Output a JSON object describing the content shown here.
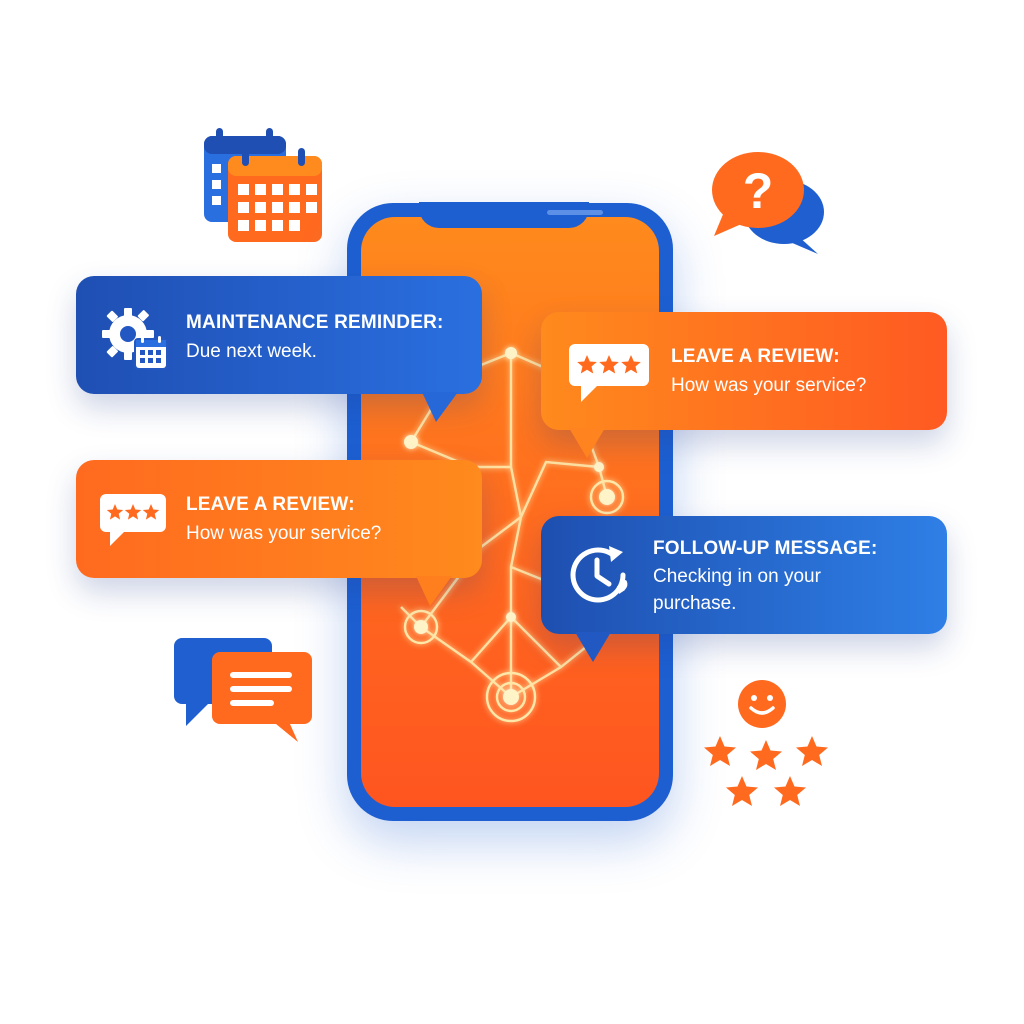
{
  "cards": {
    "maintenance": {
      "title": "MAINTENANCE REMINDER:",
      "text": "Due next week.",
      "icon": "gear-calendar-icon"
    },
    "review_left": {
      "title": "LEAVE A REVIEW:",
      "text": "How was your service?",
      "icon": "star-rating-bubble-icon"
    },
    "review_right": {
      "title": "LEAVE A REVIEW:",
      "text": "How was your service?",
      "icon": "star-rating-bubble-icon"
    },
    "followup": {
      "title": "FOLLOW-UP MESSAGE:",
      "text_line1": "Checking in on your",
      "text_line2": "purchase.",
      "icon": "clock-refresh-icon"
    }
  },
  "decorations": {
    "top_left": "calendar-icon",
    "top_right": "question-chat-icon",
    "bottom_left": "chat-bubbles-icon",
    "bottom_right": "smiley-stars-icon"
  },
  "colors": {
    "blue": "#1f4fb3",
    "blue_light": "#2e7fe6",
    "orange": "#ff6a1f",
    "orange_light": "#ff8a1d",
    "glow": "#ffe7a8"
  }
}
